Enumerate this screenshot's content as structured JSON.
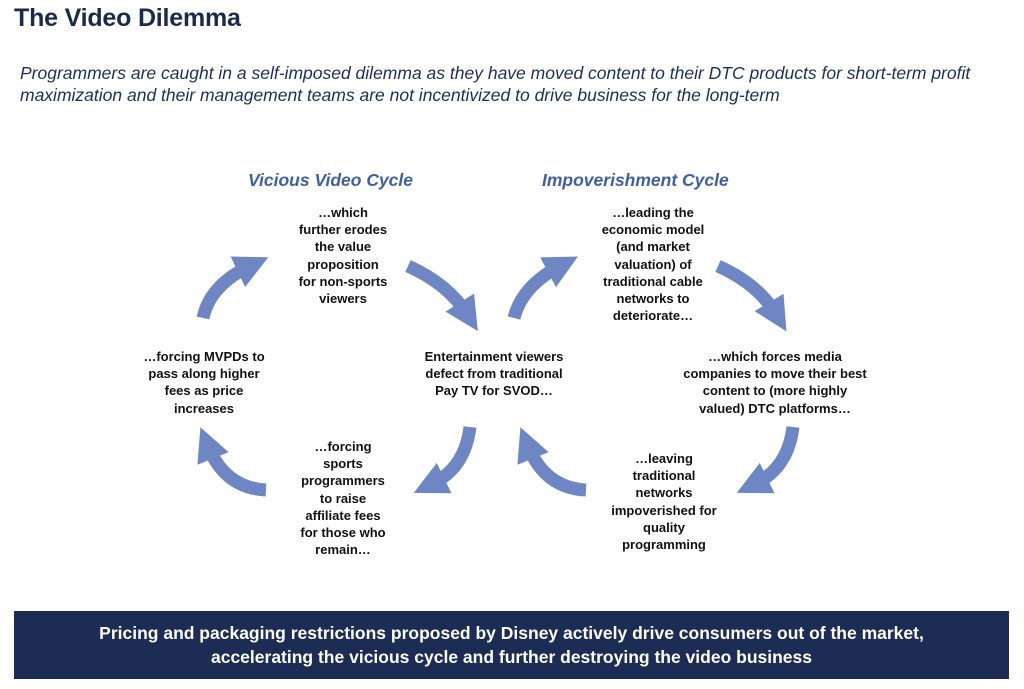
{
  "title": "The Video Dilemma",
  "subtitle": "Programmers are caught in a self-imposed dilemma as they have moved content to their DTC products for short-term profit maximization and their management teams are not incentivized to drive business for the long-term",
  "cycles": {
    "vicious": {
      "title": "Vicious Video Cycle"
    },
    "impoverishment": {
      "title": "Impoverishment Cycle"
    }
  },
  "nodes": {
    "center": "Entertainment viewers\ndefect from traditional\nPay TV for SVOD…",
    "erodes": "…which\nfurther erodes\nthe value\nproposition\nfor non-sports\nviewers",
    "mvpds": "…forcing MVPDs to\npass along higher\nfees as price\nincreases",
    "sports": "…forcing\nsports\nprogrammers\nto raise\naffiliate fees\nfor those who\nremain…",
    "economic": "…leading the\neconomic model\n(and market\nvaluation) of\ntraditional cable\nnetworks to\ndeteriorate…",
    "dtc": "…which forces media\ncompanies to move their best\ncontent to (more highly\nvalued) DTC platforms…",
    "leaving": "…leaving\ntraditional\nnetworks\nimpoverished for\nquality\nprogramming"
  },
  "colors": {
    "arrow": "#6e87c4",
    "banner": "#1d2c55",
    "title": "#1b2a4a",
    "cycle_title": "#3f5fa3"
  },
  "banner": "Pricing and packaging restrictions proposed by Disney actively drive consumers out of the market,\naccelerating the vicious cycle and further destroying the video business"
}
